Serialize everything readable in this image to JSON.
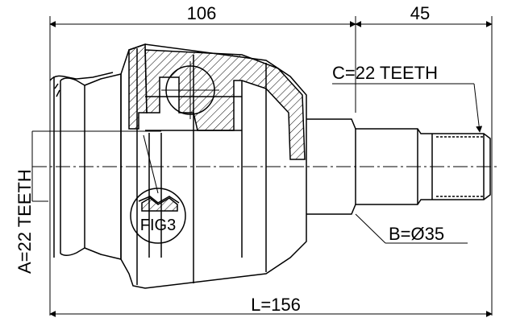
{
  "dimensions": {
    "top_left_length": "106",
    "top_right_length": "45",
    "overall_length": "L=156",
    "spline_c": "C=22 TEETH",
    "spline_a": "A=22 TEETH",
    "diameter_b": "B=Ø35",
    "detail_ref": "FIG3"
  }
}
